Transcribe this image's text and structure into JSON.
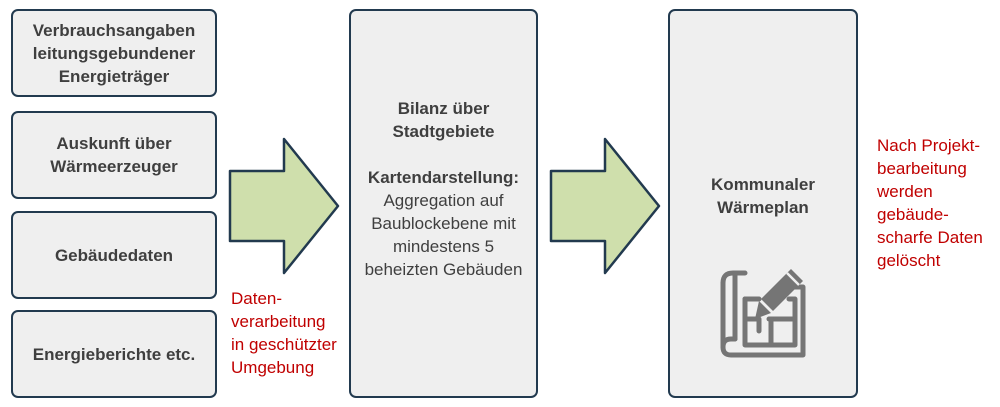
{
  "sources": [
    {
      "lines": [
        "Verbrauchsangaben",
        "leitungsgebundener",
        "Energieträger"
      ]
    },
    {
      "lines": [
        "Auskunft über",
        "Wärmeerzeuger"
      ]
    },
    {
      "lines": [
        "Gebäudedaten"
      ]
    },
    {
      "lines": [
        "Energieberichte etc."
      ]
    }
  ],
  "processing_note": {
    "lines": [
      "Daten-",
      "verarbeitung",
      "in geschützter",
      "Umgebung"
    ]
  },
  "balance_box": {
    "title_lines": [
      "Bilanz über",
      "Stadtgebiete"
    ],
    "map_heading": "Kartendarstellung:",
    "map_lines": [
      "Aggregation auf",
      "Baublockebene mit",
      "mindestens 5",
      "beheizten Gebäuden"
    ]
  },
  "plan_box": {
    "title_lines": [
      "Kommunaler",
      "Wärmeplan"
    ],
    "icon": "blueprint-pencil-icon"
  },
  "deletion_note": {
    "lines": [
      "Nach Projekt-",
      "bearbeitung",
      "werden",
      "gebäude-",
      "scharfe Daten",
      "gelöscht"
    ]
  },
  "colors": {
    "box_border": "#223a4f",
    "box_fill": "#efefef",
    "arrow_fill": "#cfdfac",
    "arrow_stroke": "#223a4f",
    "note_text": "#c00000",
    "icon": "#757575"
  }
}
